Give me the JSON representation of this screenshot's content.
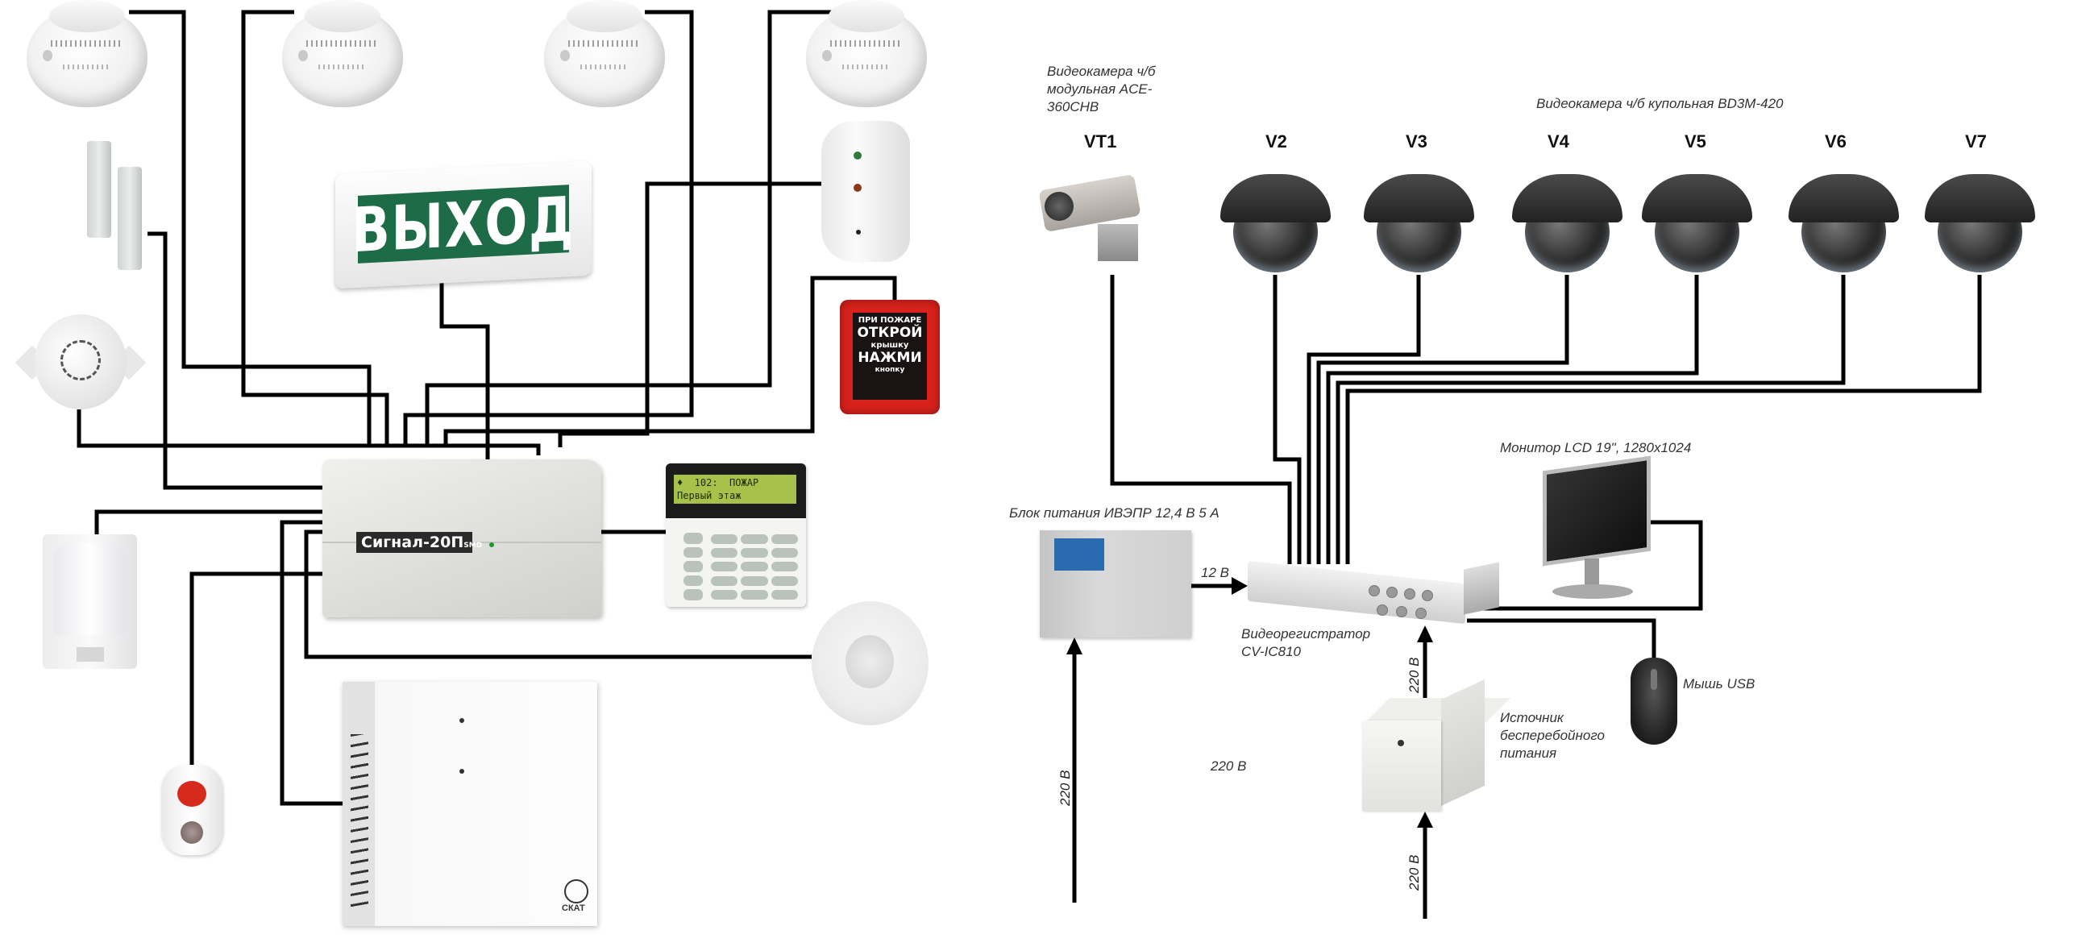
{
  "left_diagram": {
    "title": "Fire and security alarm wiring",
    "exit_sign": {
      "text": "ВЫХОД",
      "color": "#1e6b47"
    },
    "control_panel": {
      "label": "Сигнал-20П",
      "suffix": "SMD"
    },
    "keypad": {
      "lcd_line1": "♦  102:  ПОЖАР",
      "lcd_line2": "Первый этаж"
    },
    "call_point": {
      "line1": "ПРИ ПОЖАРЕ",
      "line2": "ОТКРОЙ",
      "line3": "крышку",
      "line4": "НАЖМИ",
      "line5": "кнопку",
      "color": "#d8221b"
    },
    "power_supply": {
      "brand": "СКАТ"
    },
    "devices": [
      "smoke-detector",
      "smoke-detector",
      "smoke-detector",
      "smoke-detector",
      "door-magnet-sensor",
      "sounder",
      "wall-detector",
      "manual-call-point",
      "control-panel",
      "keypad",
      "pir-detector",
      "ceiling-pir-detector",
      "power-supply",
      "panic-button"
    ]
  },
  "right_diagram": {
    "module_camera_label": "Видеокамера ч/б модульная ACE-360CHB",
    "dome_camera_label": "Видеокамера ч/б купольная BD3M-420",
    "cameras": [
      {
        "id": "VT1",
        "type": "bullet"
      },
      {
        "id": "V2",
        "type": "dome"
      },
      {
        "id": "V3",
        "type": "dome"
      },
      {
        "id": "V4",
        "type": "dome"
      },
      {
        "id": "V5",
        "type": "dome"
      },
      {
        "id": "V6",
        "type": "dome"
      },
      {
        "id": "V7",
        "type": "dome"
      }
    ],
    "psu_label": "Блок питания ИВЭПР 12,4 В 5 А",
    "psu_to_dvr_label": "12 В",
    "dvr_label_line1": "Видеорегистратор",
    "dvr_label_line2": "CV-IC810",
    "monitor_label": "Монитор LCD 19\", 1280x1024",
    "mouse_label": "Мышь USB",
    "ups_label_line1": "Источник",
    "ups_label_line2": "бесперебойного",
    "ups_label_line3": "питания",
    "mains_label_psu": "220 В",
    "mains_label_center": "220 В",
    "mains_label_ups_to_dvr": "220 В",
    "mains_label_ups": "220 В"
  }
}
